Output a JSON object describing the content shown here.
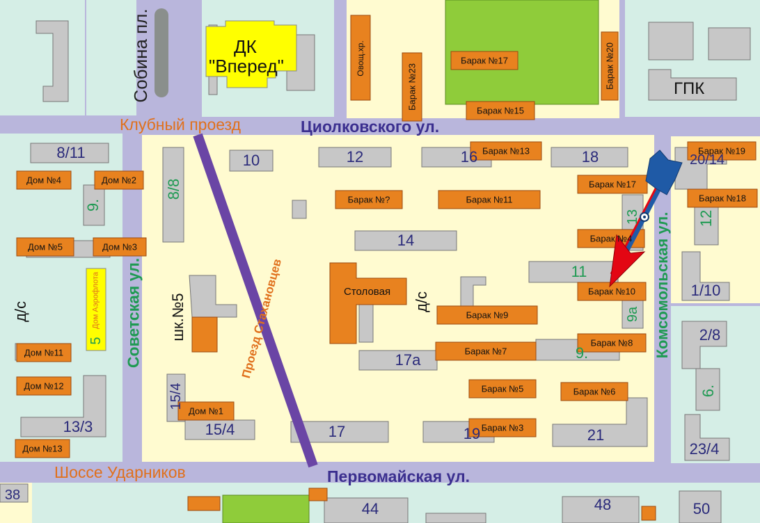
{
  "colors": {
    "road": "#b9b6dc",
    "block_green": "#d5eee6",
    "block_yellow": "#fffbd0",
    "building_gray": "#c7c7c7",
    "barrack_orange": "#e8821f",
    "park_green": "#8fcc3a",
    "dk_yellow": "#ffff00",
    "street_blue": "#3b2f8f",
    "street_orange": "#e0701c",
    "street_green": "#1e9a52",
    "stakhanov_road": "#6a45a5",
    "arrow_red": "#e30613",
    "arrow_blue": "#1f5aa6"
  },
  "streets": {
    "sobina": "Собина пл.",
    "klubny": "Клубный проезд",
    "tsiolkovsky": "Циолковского ул.",
    "sovetskaya": "Советская ул.",
    "stakhanovtsev": "Проезд Стахановцев",
    "komsomolskaya": "Комсомольская ул.",
    "udarnikov": "Шоссе Ударников",
    "pervomayskaya": "Первомайская ул."
  },
  "landmarks": {
    "dk": "ДК",
    "dk_name": "\"Вперед\"",
    "gpk": "ГПК",
    "ovoshch": "Овощ.хр.",
    "stolovaya": "Столовая",
    "school": "шк.№5",
    "ds_left": "д/с",
    "ds_center": "д/с",
    "aeroflot_num": "5",
    "aeroflot_name": "Дом Аэрофлота"
  },
  "barracks": {
    "b17_top": "Барак №17",
    "b20": "Барак №20",
    "b23": "Барак №23",
    "b15": "Барак №15",
    "b13": "Барак №13",
    "b19": "Барак №19",
    "b17_right": "Барак №17",
    "b18": "Барак №18",
    "bq": "Барак №?",
    "b11": "Барак №11",
    "b4": "Барак №4",
    "b10": "Барак №10",
    "b9": "Барак №9",
    "b8": "Барак №8",
    "b7": "Барак №7",
    "b5": "Барак №5",
    "b6": "Барак №6",
    "b3": "Барак №3"
  },
  "houses": {
    "h4": "Дом №4",
    "h2": "Дом №2",
    "h5": "Дом №5",
    "h3": "Дом №3",
    "h11": "Дом №11",
    "h12": "Дом №12",
    "h13": "Дом №13",
    "h1": "Дом №1"
  },
  "numbers": {
    "n8_11": "8/11",
    "n9_left": "9.",
    "n8_8": "8/8",
    "n13_3": "13/3",
    "n15_4v": "15/4",
    "n15_4": "15/4",
    "n10": "10",
    "n12": "12",
    "n16": "16",
    "n18": "18",
    "n14": "14",
    "n11": "11",
    "n9a": "9а",
    "n9": "9.",
    "n17a": "17а",
    "n17": "17",
    "n19": "19",
    "n21": "21",
    "n13": "13",
    "n20_14": "20/14",
    "n12r": "12",
    "n1_10": "1/10",
    "n2_8": "2/8",
    "n6": "6.",
    "n23_4": "23/4",
    "n38": "38",
    "n44": "44",
    "n48": "48",
    "n50": "50"
  }
}
